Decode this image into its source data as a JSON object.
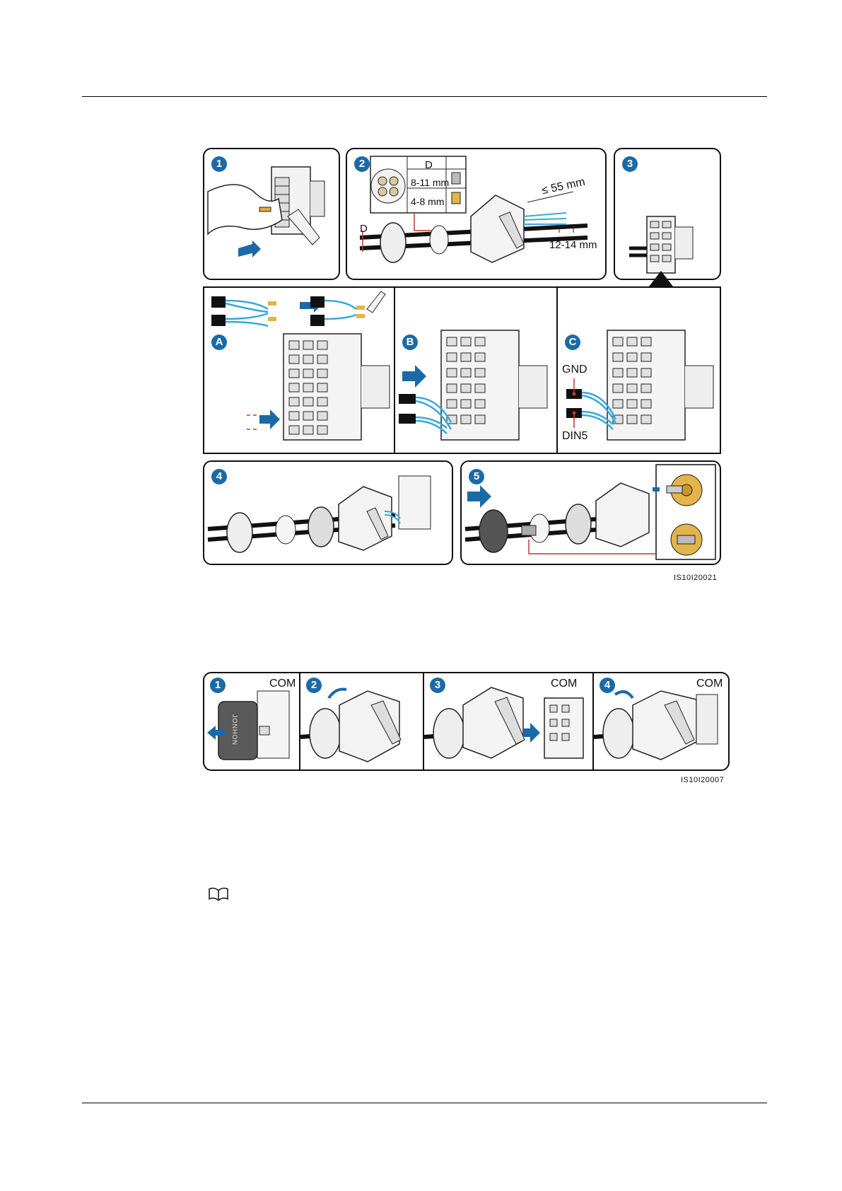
{
  "figure1": {
    "steps": [
      "1",
      "2",
      "3",
      "4",
      "5"
    ],
    "substeps": [
      "A",
      "B",
      "C"
    ],
    "diameter_label": "D",
    "table_header": "D",
    "table_rows": [
      "8-11 mm",
      "4-8 mm"
    ],
    "strip_length": "≤ 55 mm",
    "strip_end": "12-14 mm",
    "wire_labels": [
      "GND",
      "DIN5"
    ],
    "code": "IS10I20021"
  },
  "figure2": {
    "steps": [
      "1",
      "2",
      "3",
      "4"
    ],
    "port_label": "COM",
    "cover_brand": "JONHON",
    "code": "IS10I20007"
  },
  "colors": {
    "accent": "#1b6aa8",
    "wire": "#39a7d8",
    "callout": "#c0392b",
    "seal": "#e2b44a"
  },
  "icons": [
    "book-icon"
  ]
}
